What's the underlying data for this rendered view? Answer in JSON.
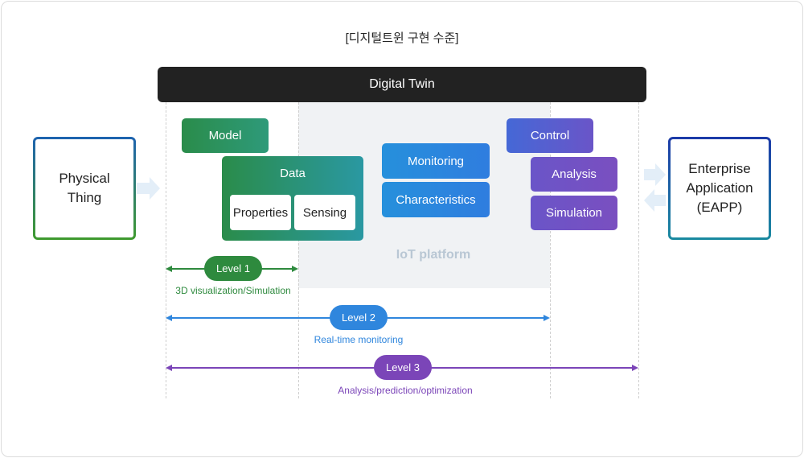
{
  "title": "[디지털트윈 구현 수준]",
  "digital_twin": "Digital Twin",
  "iot_platform": "IoT platform",
  "physical_thing": {
    "line1": "Physical",
    "line2": "Thing"
  },
  "enterprise_app": {
    "line1": "Enterprise",
    "line2": "Application",
    "line3": "(EAPP)"
  },
  "boxes": {
    "model": "Model",
    "data": "Data",
    "properties": "Properties",
    "sensing": "Sensing",
    "monitoring": "Monitoring",
    "characteristics": "Characteristics",
    "control": "Control",
    "analysis": "Analysis",
    "simulation": "Simulation"
  },
  "levels": [
    {
      "label": "Level 1",
      "caption": "3D visualization/Simulation",
      "color": "#2e8a3e"
    },
    {
      "label": "Level 2",
      "caption": "Real-time monitoring",
      "color": "#2f86dd"
    },
    {
      "label": "Level 3",
      "caption": "Analysis/prediction/optimization",
      "color": "#7b45b8"
    }
  ],
  "colors": {
    "bar": "#222222",
    "iot_bg": "#f0f2f4",
    "arrow_light": "#e3eef8"
  }
}
